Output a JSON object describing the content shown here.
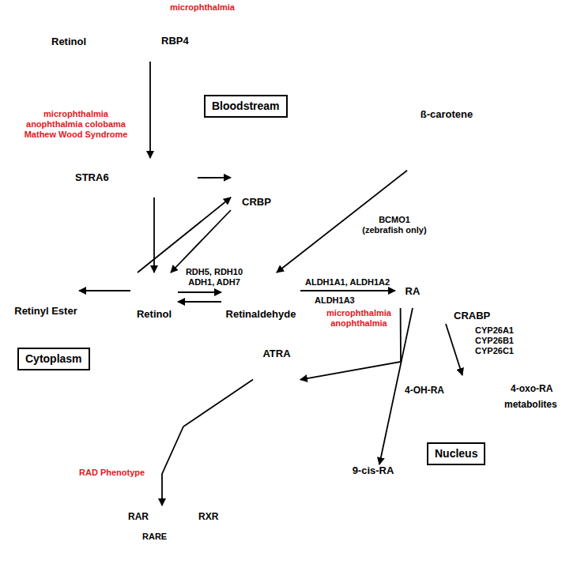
{
  "diagram": {
    "nodes": [
      {
        "text": [
          "Retinol"
        ]
      },
      {
        "text": [
          "RBP4"
        ]
      },
      {
        "text": [
          "Bloodstream"
        ]
      },
      {
        "text": [
          "STRA6"
        ]
      },
      {
        "text": [
          "CRBP"
        ]
      },
      {
        "text": [
          "ß-carotene"
        ]
      },
      {
        "text": [
          "Retinol"
        ]
      },
      {
        "text": [
          "Retinyl Ester"
        ]
      },
      {
        "text": [
          "Retinaldehyde"
        ]
      },
      {
        "text": [
          "RA"
        ]
      },
      {
        "text": [
          "CRABP"
        ]
      },
      {
        "text": [
          "Cytoplasm"
        ]
      },
      {
        "text": [
          "Nucleus"
        ]
      },
      {
        "text": [
          "ATRA"
        ],
        "in": 12
      },
      {
        "text": [
          "9-cis-RA"
        ],
        "in": 12
      },
      {
        "text": [
          "RAR"
        ],
        "in": 12
      },
      {
        "text": [
          "RXR"
        ],
        "in": 12
      },
      {
        "text": [
          "4-OH-RA",
          "4-oxo-RA",
          "metabolites"
        ]
      }
    ],
    "edges": [
      {
        "from": 1,
        "to": 3,
        "arrow": "to"
      },
      {
        "from": 3,
        "to": 4,
        "arrow": "to"
      },
      {
        "from": 3,
        "to": 6,
        "arrow": "to"
      },
      {
        "from": 6,
        "to": 4,
        "arrow": "to"
      },
      {
        "from": 4,
        "to": 6,
        "arrow": "to"
      },
      {
        "from": 6,
        "to": 7,
        "arrow": "to"
      },
      {
        "from": 6,
        "to": 8,
        "label": "RDH5, RDH10 ADH1, ADH7",
        "arrow": "to"
      },
      {
        "from": 8,
        "to": 6,
        "arrow": "to"
      },
      {
        "from": 5,
        "to": 8,
        "label": "BCMO1 (zebrafish only)",
        "arrow": "to"
      },
      {
        "from": 8,
        "to": 9,
        "label": "ALDH1A1, ALDH1A2",
        "arrow": "to"
      },
      {
        "from": 9,
        "to": 13,
        "arrow": "to"
      },
      {
        "from": 9,
        "to": 14,
        "arrow": "to"
      },
      {
        "from": 13,
        "to": 15,
        "arrow": "to"
      },
      {
        "from": 10,
        "to": 17,
        "label": "CYP26A1 CYP26B1 CYP26C1",
        "arrow": "to"
      }
    ],
    "labels": [
      "microphthalmia",
      "microphthalmia anophthalmia colobama Mathew Wood Syndrome",
      "ALDH1A3",
      "microphthalmia anophthalmia",
      "RAD Phenotype",
      "RARE"
    ]
  }
}
